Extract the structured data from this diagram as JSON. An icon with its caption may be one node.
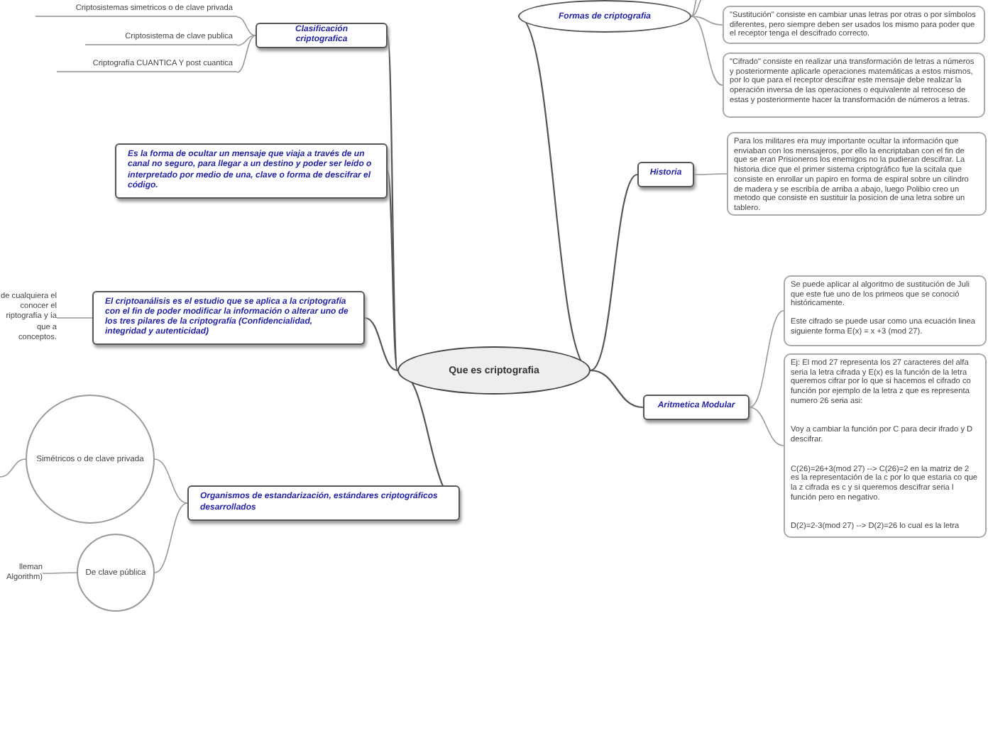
{
  "diagram": {
    "nodes": [
      {
        "text": [
          "Que es criptografia"
        ]
      },
      {
        "text": [
          "Clasificación criptografica"
        ]
      },
      {
        "text": [
          "Criptosistemas simetricos o de clave privada"
        ]
      },
      {
        "text": [
          "Criptosistema de clave publica"
        ]
      },
      {
        "text": [
          "Criptografía CUANTICA Y post cuantica"
        ]
      },
      {
        "text": [
          "Es la forma de ocultar un mensaje que viaja a través de un canal no seguro, para llegar a un destino y poder ser leído o interpretado por medio de una, clave o forma de descifrar el código."
        ]
      },
      {
        "text": [
          "Formas de criptografia"
        ]
      },
      {
        "text": [
          "\"Sustitución\" consiste en cambiar unas letras por otras o por símbolos diferentes, pero siempre deben ser usados los mismo para poder que el receptor tenga el descifrado correcto."
        ]
      },
      {
        "text": [
          "\"Cifrado\" consiste en realizar una transformación de letras a números y posteriormente aplicarle operaciones matemáticas a estos mismos, por lo que para el receptor descifrar este mensaje debe realizar la operación inversa de las operaciones o equivalente al retroceso de estas y posteriormente hacer la transformación de números a letras."
        ]
      },
      {
        "text": [
          "Historia"
        ]
      },
      {
        "text": [
          "Para los militares era muy importante ocultar la información que enviaban con los mensajeros, por ello la encriptaban con el fin de que se eran Prisioneros los enemigos no la pudieran descifrar. La historia dice que el primer sistema criptográfico fue la scitala que consiste en enrollar un papiro en forma de espiral sobre un cilindro de madera y se escribía de arriba a abajo, luego Polibio creo un metodo que consiste en sustituir la posicion de una letra sobre un tablero."
        ]
      },
      {
        "text": [
          "El criptoanálisis es el estudio que se aplica a la criptografía con el fin de poder modificar la información o alterar uno de los tres pilares de la criptografía (Confidencialidad, integridad y autenticidad)"
        ]
      },
      {
        "text": [
          "de cualquiera el conocer el riptografía y ía que a conceptos."
        ]
      },
      {
        "text": [
          "Aritmetica Modular"
        ]
      },
      {
        "text": [
          "Se puede aplicar al algoritmo de sustitución de Juli que este fue uno de los primeos que se conoció históricamente.",
          "Este cifrado se puede usar como una ecuación linea siguiente forma E(x) = x +3 (mod 27)."
        ]
      },
      {
        "text": [
          "Ej: El mod 27 representa los 27 caracteres del alfa seria la letra cifrada y E(x) es la función de la letra queremos cifrar por lo que si hacemos el cifrado co función por ejemplo de la letra z que es representa numero 26 seria asi:",
          "Voy a cambiar la función por C para decir ifrado y D descifrar.",
          "C(26)=26+3(mod 27) --> C(26)=2 en la matriz de 2 es la representación de la c por lo que estaria co que la z cifrada es c y si queremos descifrar seria l función pero en negativo.",
          "D(2)=2-3(mod 27) --> D(2)=26 lo cual es la letra"
        ]
      },
      {
        "text": [
          "Organismos de estandarización, estándares criptográficos desarrollados"
        ]
      },
      {
        "text": [
          "Simétricos o de clave privada"
        ]
      },
      {
        "text": [
          "De clave pública"
        ]
      },
      {
        "text": [
          "lleman Algorithm)"
        ]
      }
    ],
    "edges": [
      {
        "from": 0,
        "to": 1,
        "arrow": "none"
      },
      {
        "from": 1,
        "to": 2,
        "arrow": "none"
      },
      {
        "from": 1,
        "to": 3,
        "arrow": "none"
      },
      {
        "from": 1,
        "to": 4,
        "arrow": "none"
      },
      {
        "from": 0,
        "to": 5,
        "arrow": "none"
      },
      {
        "from": 0,
        "to": 6,
        "arrow": "none"
      },
      {
        "from": 6,
        "to": null,
        "arrow": "none"
      },
      {
        "from": 6,
        "to": null,
        "arrow": "none"
      },
      {
        "from": 6,
        "to": 7,
        "arrow": "none"
      },
      {
        "from": 6,
        "to": 8,
        "arrow": "none"
      },
      {
        "from": 0,
        "to": 9,
        "arrow": "none"
      },
      {
        "from": 9,
        "to": 10,
        "arrow": "none"
      },
      {
        "from": 0,
        "to": 11,
        "arrow": "none"
      },
      {
        "from": 11,
        "to": 12,
        "arrow": "none"
      },
      {
        "from": 0,
        "to": 13,
        "arrow": "none"
      },
      {
        "from": 13,
        "to": 14,
        "arrow": "none"
      },
      {
        "from": 13,
        "to": 15,
        "arrow": "none"
      },
      {
        "from": 0,
        "to": 16,
        "arrow": "none"
      },
      {
        "from": 16,
        "to": 17,
        "arrow": "none"
      },
      {
        "from": 16,
        "to": 18,
        "arrow": "none"
      },
      {
        "from": 17,
        "to": null,
        "arrow": "none"
      },
      {
        "from": 18,
        "to": 19,
        "arrow": "none"
      }
    ]
  }
}
